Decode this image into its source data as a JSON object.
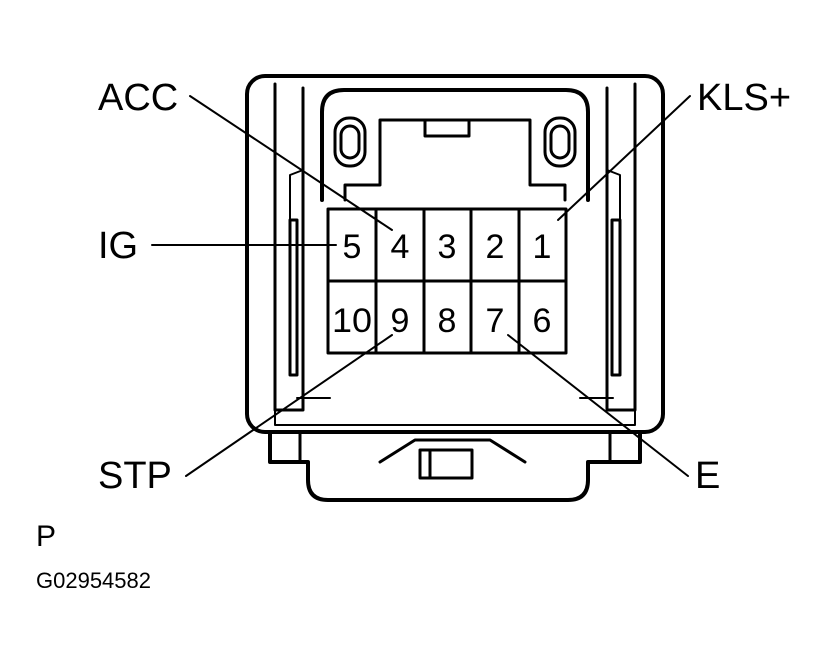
{
  "callouts": {
    "acc": "ACC",
    "kls": "KLS+",
    "ig": "IG",
    "stp": "STP",
    "e": "E"
  },
  "pins": {
    "top": [
      "5",
      "4",
      "3",
      "2",
      "1"
    ],
    "bottom": [
      "10",
      "9",
      "8",
      "7",
      "6"
    ]
  },
  "caption": {
    "view_letter": "P",
    "figure_code": "G02954582"
  }
}
